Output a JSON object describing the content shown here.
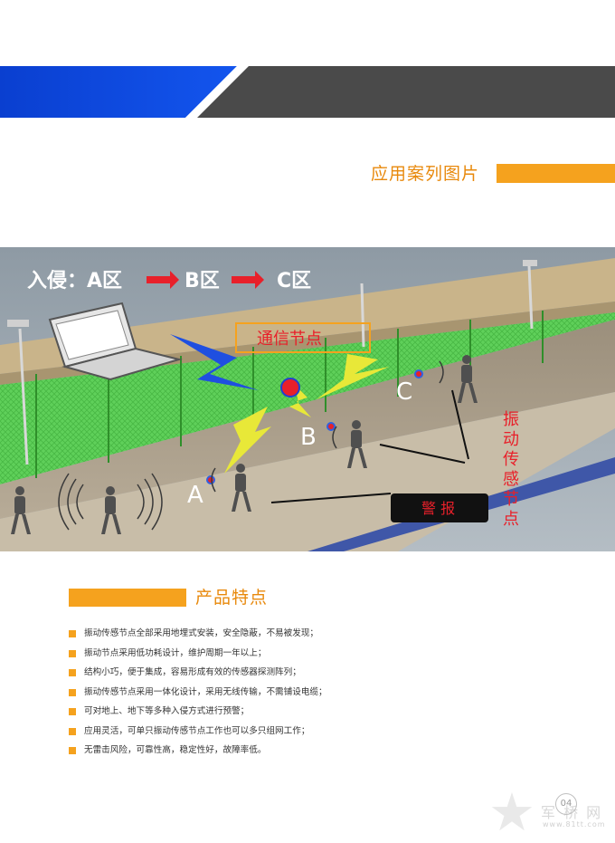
{
  "header": {
    "colors": {
      "blue": "#1355ee",
      "gray": "#4a4a4a",
      "orange": "#f5a21e"
    }
  },
  "case_section": {
    "title": "应用案列图片"
  },
  "scene": {
    "title_part1": "入侵：A区",
    "title_part2": "B区",
    "title_part3": "C区",
    "comm_node_label": "通信节点",
    "node_a": "A",
    "node_b": "B",
    "node_c": "C",
    "vertical_label": [
      "振",
      "动",
      "传",
      "感",
      "节",
      "点"
    ],
    "alarm_label": "警 报"
  },
  "features_section": {
    "title": "产品特点",
    "items": [
      "振动传感节点全部采用地埋式安装，安全隐蔽，不易被发现；",
      "振动节点采用低功耗设计，维护周期一年以上；",
      "结构小巧，便于集成，容易形成有效的传感器探测阵列；",
      "振动传感节点采用一体化设计，采用无线传输，不需铺设电缆；",
      "可对地上、地下等多种入侵方式进行预警；",
      "应用灵活，可单只振动传感节点工作也可以多只组网工作；",
      "无雷击风险，可靠性高，稳定性好，故障率低。"
    ]
  },
  "footer": {
    "page_number": "04",
    "watermark_text": "军 桥 网",
    "watermark_url": "www.81tt.com"
  }
}
